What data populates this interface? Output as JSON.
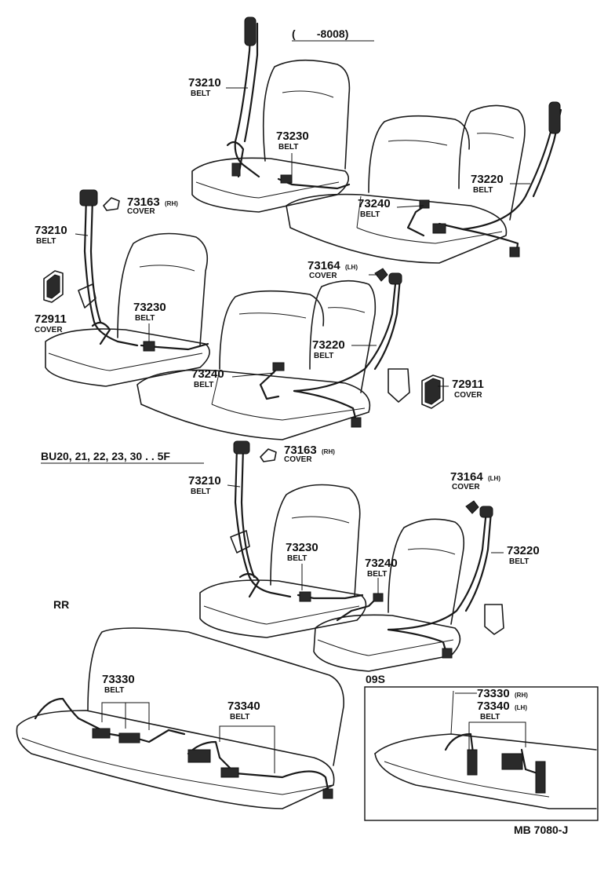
{
  "sections": {
    "top_range": "(       -8008)",
    "model_range": "BU20, 21, 22, 23, 30 . . 5F",
    "rear_label": "RR",
    "inset_label": "09S",
    "footer_code": "MB 7080-J"
  },
  "callouts": {
    "a1": {
      "number": "73210",
      "name": "BELT"
    },
    "a2": {
      "number": "73230",
      "name": "BELT"
    },
    "a3": {
      "number": "73220",
      "name": "BELT"
    },
    "a4": {
      "number": "73240",
      "name": "BELT"
    },
    "b1": {
      "number": "73163",
      "suffix": "(RH)",
      "name": "COVER"
    },
    "b2": {
      "number": "73210",
      "name": "BELT"
    },
    "b3": {
      "number": "72911",
      "name": "COVER"
    },
    "b4": {
      "number": "73230",
      "name": "BELT"
    },
    "b5": {
      "number": "73164",
      "suffix": "(LH)",
      "name": "COVER"
    },
    "b6": {
      "number": "73220",
      "name": "BELT"
    },
    "b7": {
      "number": "73240",
      "name": "BELT"
    },
    "b8": {
      "number": "72911",
      "name": "COVER"
    },
    "c1": {
      "number": "73163",
      "suffix": "(RH)",
      "name": "COVER"
    },
    "c2": {
      "number": "73210",
      "name": "BELT"
    },
    "c3": {
      "number": "73164",
      "suffix": "(LH)",
      "name": "COVER"
    },
    "c4": {
      "number": "73230",
      "name": "BELT"
    },
    "c5": {
      "number": "73240",
      "name": "BELT"
    },
    "c6": {
      "number": "73220",
      "name": "BELT"
    },
    "d1": {
      "number": "73330",
      "name": "BELT"
    },
    "d2": {
      "number": "73340",
      "name": "BELT"
    },
    "e1": {
      "number": "73330",
      "suffix": "(RH)"
    },
    "e2": {
      "number": "73340",
      "suffix": "(LH)",
      "name": "BELT"
    }
  }
}
